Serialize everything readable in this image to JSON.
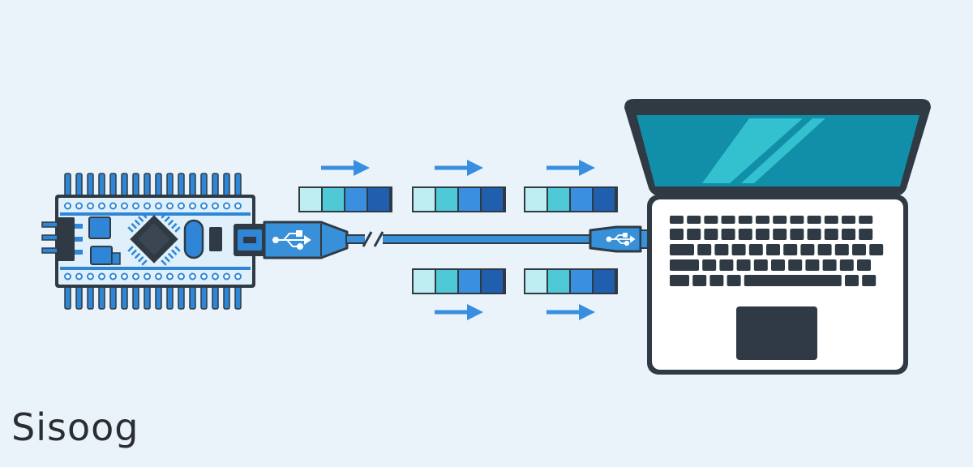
{
  "logo": {
    "text": "Sisoog"
  },
  "colors": {
    "background": "#eaf3f9",
    "outline": "#2f3a44",
    "board_blue": "#2f86d6",
    "pcb_light": "#dff0fb",
    "cable_blue": "#3790d8",
    "arrow_blue": "#3a8ee0",
    "screen_teal": "#118fa8",
    "screen_glare": "#39c6d3",
    "packet_colors": [
      "#bfeef2",
      "#4fc9d6",
      "#3a8fe0",
      "#1f5fae"
    ]
  },
  "icons": {
    "board": "microcontroller-board-icon",
    "connector": "usb-connector-icon",
    "laptop": "laptop-icon",
    "cable_break": "cable-break-icon",
    "arrow": "arrow-right-icon"
  },
  "packets": {
    "cells_per_packet": 4,
    "top_row_count": 3,
    "bottom_row_count": 2
  }
}
